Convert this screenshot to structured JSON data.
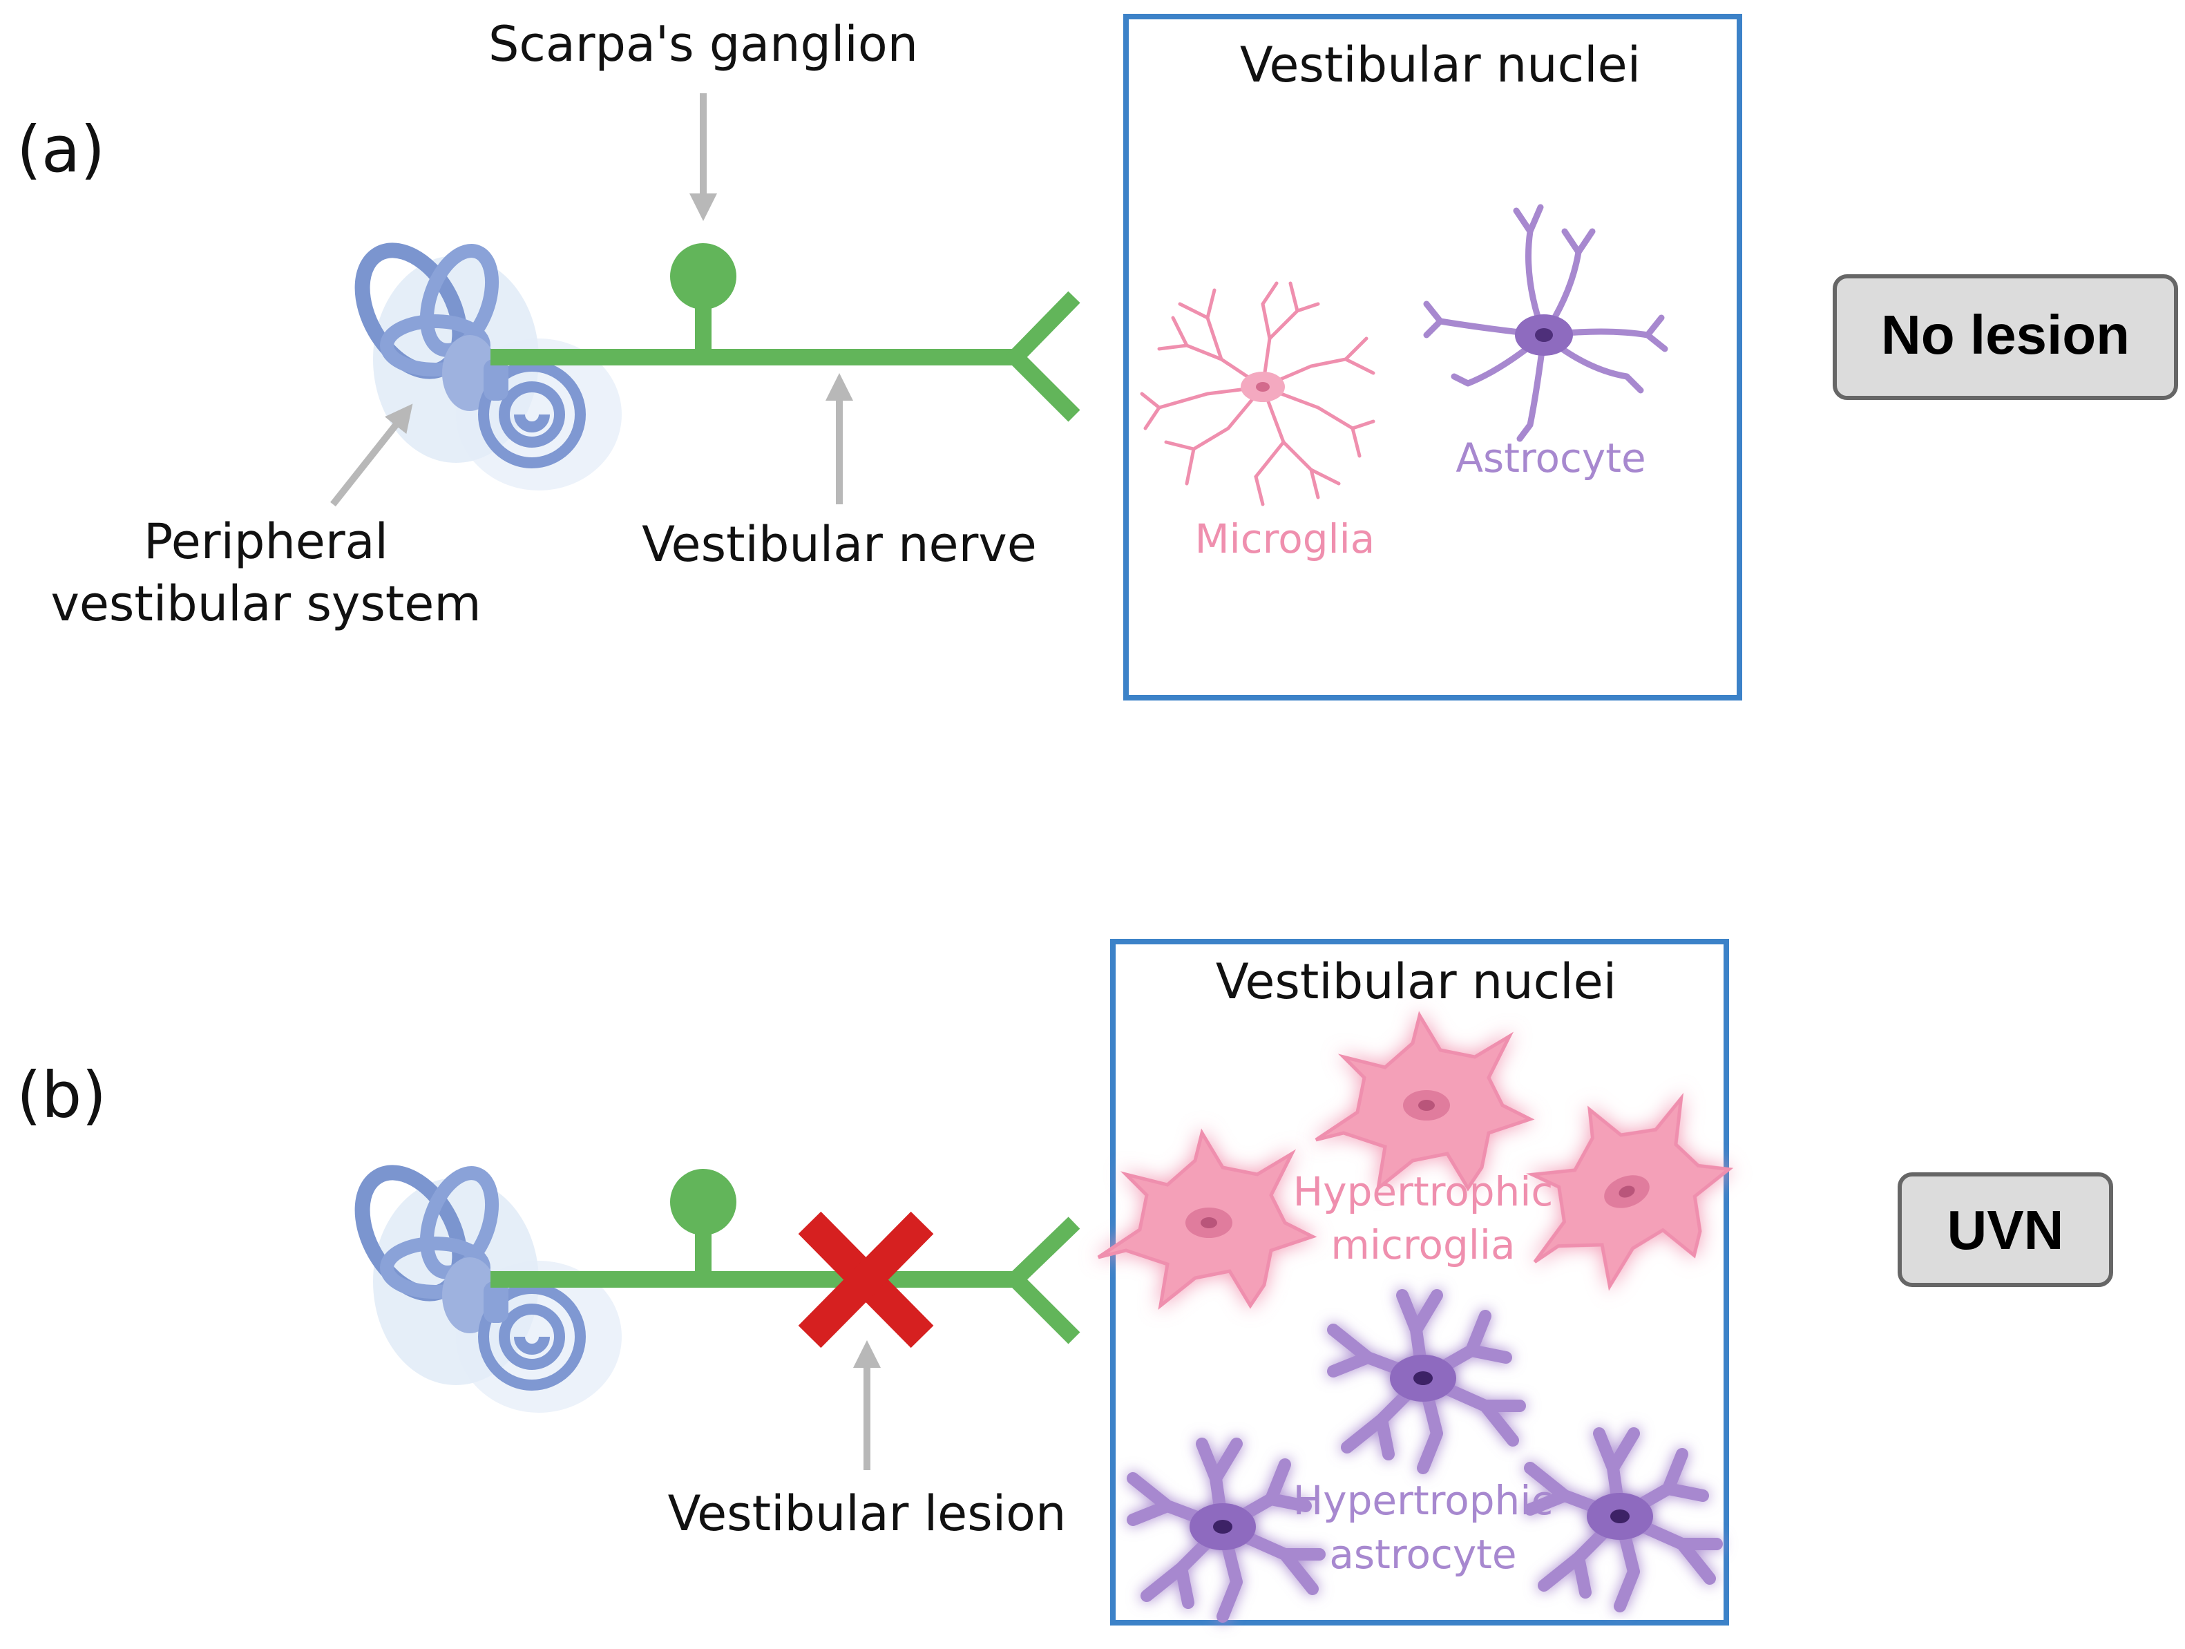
{
  "panels": {
    "a": "(a)",
    "b": "(b)"
  },
  "labels": {
    "scarpa": "Scarpa's ganglion",
    "peripheral_line1": "Peripheral",
    "peripheral_line2": "vestibular system",
    "nerve": "Vestibular nerve",
    "nuclei_a": "Vestibular nuclei",
    "microglia": "Microglia",
    "astrocyte": "Astrocyte",
    "nuclei_b": "Vestibular nuclei",
    "hyper_micro_line1": "Hypertrophic",
    "hyper_micro_line2": "microglia",
    "hyper_astro_line1": "Hypertrophic",
    "hyper_astro_line2": "astrocyte",
    "lesion": "Vestibular lesion"
  },
  "conditions": {
    "no_lesion": "No lesion",
    "uvn": "UVN"
  },
  "colors": {
    "nerve": "#62b55a",
    "box": "#3c82c8",
    "microglia": "#ef8fae",
    "astrocyte": "#a788cf",
    "lesion_x": "#d62020",
    "arrow": "#b8b8b8",
    "condition_box": "#dcdcdc"
  }
}
